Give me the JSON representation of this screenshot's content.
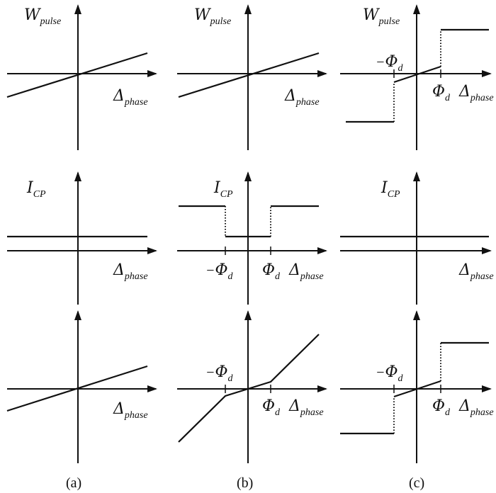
{
  "labels": {
    "w_main": "W",
    "w_sub": "pulse",
    "i_main": "I",
    "i_sub": "CP",
    "delta_main": "Δ",
    "delta_sub": "phase",
    "minus": "−",
    "phi_main": "Φ",
    "phi_sub": "d"
  },
  "captions": {
    "a": "(a)",
    "b": "(b)",
    "c": "(c)"
  }
}
